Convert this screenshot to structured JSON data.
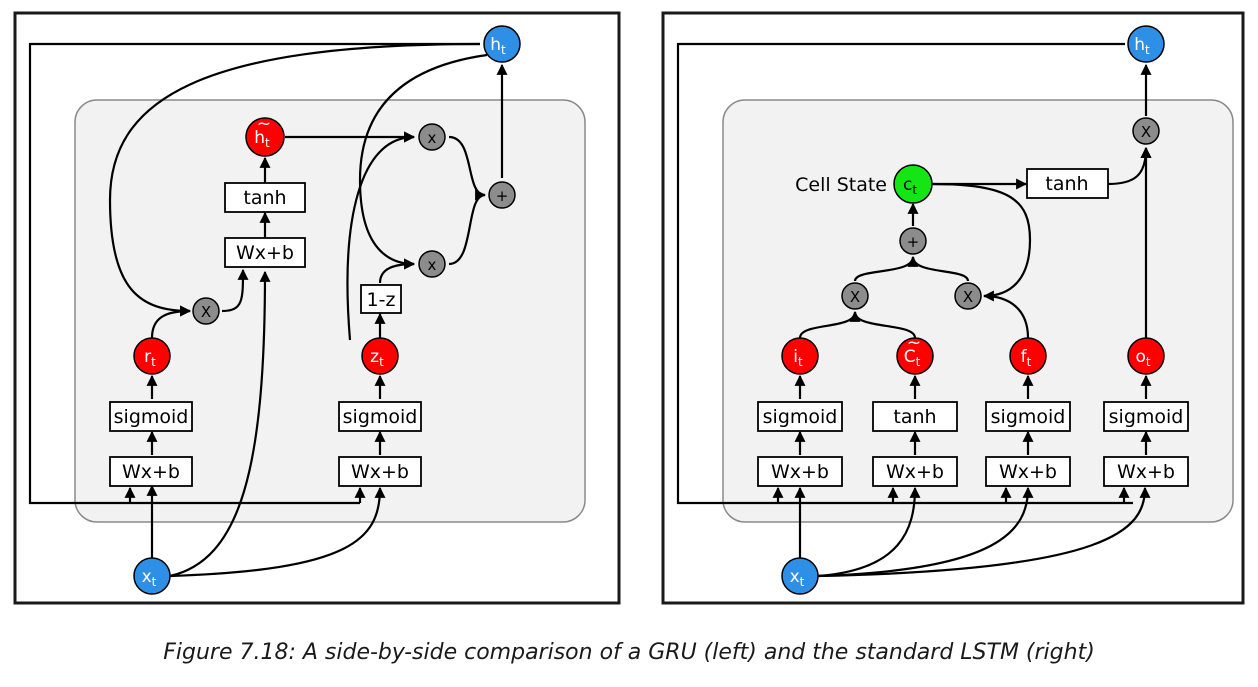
{
  "colors": {
    "input_output": "#2e8fe6",
    "gate": "#ff0000",
    "cell_state": "#14e614",
    "operator": "#8c8c8c"
  },
  "gru": {
    "h_top": {
      "main": "h",
      "sub": "t"
    },
    "h_tilde": {
      "main": "h",
      "sub": "t",
      "mark": "~"
    },
    "r": {
      "main": "r",
      "sub": "t"
    },
    "z": {
      "main": "z",
      "sub": "t"
    },
    "x": {
      "main": "x",
      "sub": "t"
    },
    "tanh": "tanh",
    "wxb_cand": "Wx+b",
    "wxb_r": "Wx+b",
    "wxb_z": "Wx+b",
    "sigmoid_r": "sigmoid",
    "sigmoid_z": "sigmoid",
    "one_minus_z": "1-z",
    "mult": "X",
    "mult_lower": "x",
    "plus": "+"
  },
  "lstm": {
    "h_top": {
      "main": "h",
      "sub": "t"
    },
    "c": {
      "main": "c",
      "sub": "t"
    },
    "cell_state_label": "Cell State",
    "i": {
      "main": "i",
      "sub": "t"
    },
    "c_tilde": {
      "main": "C",
      "sub": "t",
      "mark": "~"
    },
    "f": {
      "main": "f",
      "sub": "t"
    },
    "o": {
      "main": "o",
      "sub": "t"
    },
    "x": {
      "main": "x",
      "sub": "t"
    },
    "sigmoid_i": "sigmoid",
    "tanh_c": "tanh",
    "sigmoid_f": "sigmoid",
    "sigmoid_o": "sigmoid",
    "wxb": "Wx+b",
    "tanh_out": "tanh",
    "plus": "+",
    "mult_left": "X",
    "mult_right": "X",
    "mult_out": "X"
  },
  "caption": "Figure 7.18: A side-by-side comparison of a GRU (left) and the standard LSTM (right)"
}
